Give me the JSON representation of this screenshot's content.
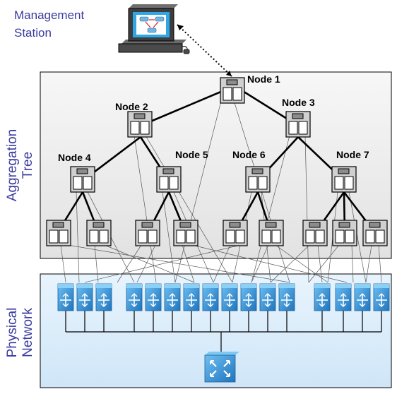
{
  "management": {
    "line1": "Management",
    "line2": "Station"
  },
  "aggregation": {
    "line1": "Aggregation",
    "line2": "Tree"
  },
  "physical": {
    "line1": "Physical",
    "line2": "Network"
  },
  "nodes": {
    "n1": "Node 1",
    "n2": "Node 2",
    "n3": "Node 3",
    "n4": "Node 4",
    "n5": "Node 5",
    "n6": "Node 6",
    "n7": "Node 7"
  },
  "colors": {
    "tree_panel": "#ececec",
    "network_panel": "#d8ecfb",
    "node_fill": "#d0d0d0",
    "switch_blue": "#2f8fd6",
    "label_text": "#3a3aa0"
  }
}
